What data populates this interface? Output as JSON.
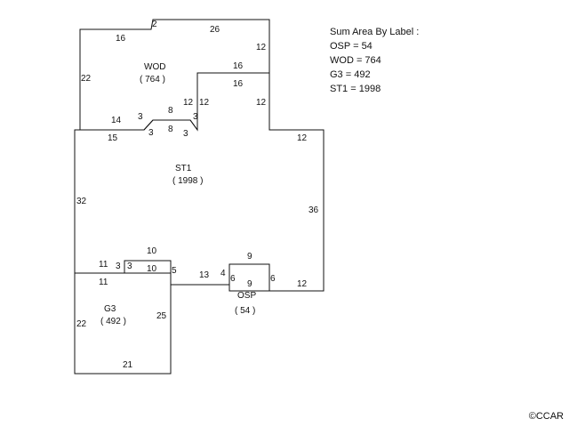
{
  "summary": {
    "title": "Sum Area By Label :",
    "lines": [
      "OSP = 54",
      "WOD = 764",
      "G3 = 492",
      "ST1 = 1998"
    ]
  },
  "areas": {
    "wod": {
      "name": "WOD",
      "value": "( 764 )"
    },
    "st1": {
      "name": "ST1",
      "value": "( 1998 )"
    },
    "g3": {
      "name": "G3",
      "value": "( 492 )"
    },
    "osp": {
      "name": "OSP",
      "value": "( 54 )"
    }
  },
  "dims": {
    "wod_top_short": "2",
    "wod_top": "26",
    "wod_top_left": "16",
    "wod_right_upper": "12",
    "wod_step_top": "16",
    "wod_step_bottom": "16",
    "wod_right_lower": "12",
    "wod_left": "22",
    "wod_bottom_left": "14",
    "wod_notch_3a": "3",
    "wod_notch_8a": "8",
    "wod_notch_12a": "12",
    "wod_notch_12b": "12",
    "wod_notch_3b": "3",
    "st1_top_left": "15",
    "st1_notch_3a": "3",
    "st1_notch_8": "8",
    "st1_notch_3b": "3",
    "st1_top_right": "12",
    "st1_left": "32",
    "st1_right": "36",
    "g3_top_right": "10",
    "g3_top_left": "11",
    "g3_step_3a": "3",
    "g3_step_3b": "3",
    "g3_step_10": "10",
    "g3_left_top": "11",
    "g3_step_5": "5",
    "st1_bottom_13": "13",
    "st1_bottom_4": "4",
    "osp_top": "9",
    "osp_left": "6",
    "osp_bottom": "9",
    "osp_right": "6",
    "st1_bottom_right": "12",
    "g3_left": "22",
    "g3_right": "25",
    "g3_bottom": "21"
  },
  "copyright": "©CCAR"
}
